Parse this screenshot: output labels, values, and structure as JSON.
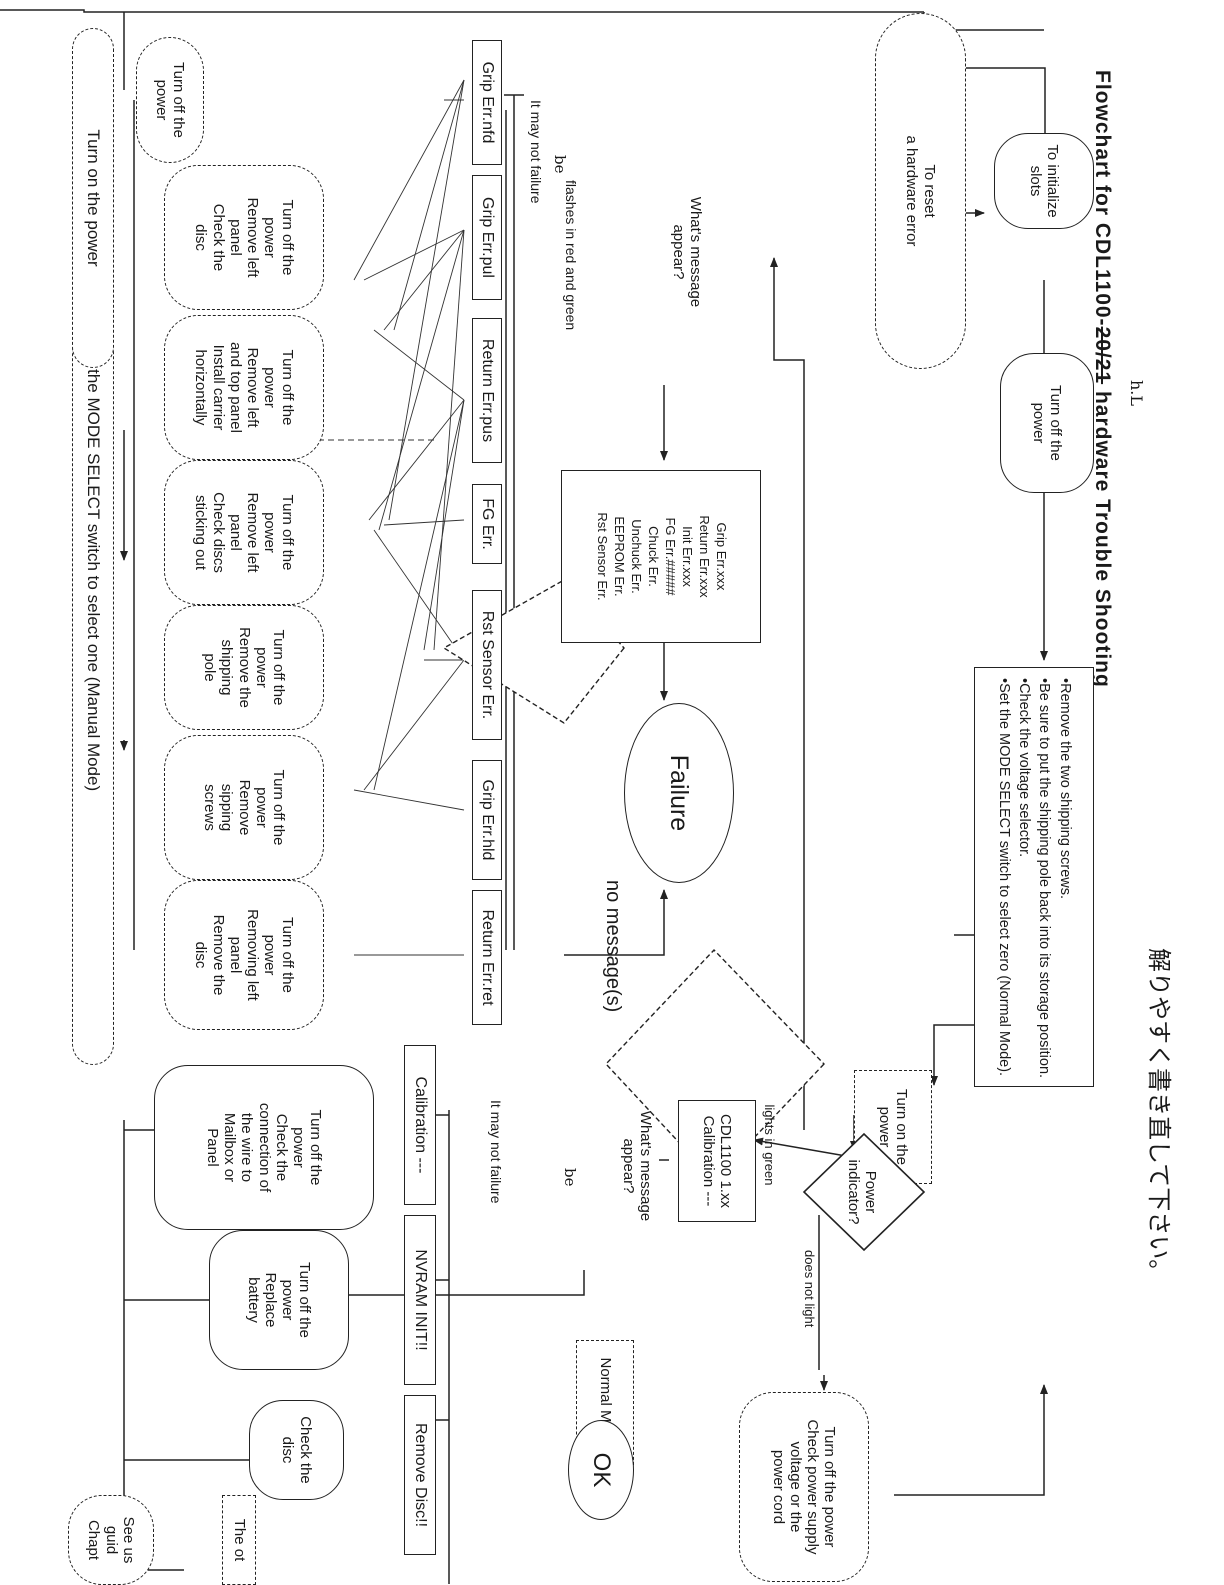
{
  "title": {
    "prefix": "Flowchart for CDL1100-",
    "struck": "20/21",
    "suffix": " hardware Trouble Shooting",
    "handwritten_insert": "h.L"
  },
  "handwritten_note": "解りやすく書き直して下さい。",
  "nodes": {
    "initialize": "To initialize\nslots",
    "reset": "To reset\na hardware error",
    "turn_off_top": "Turn off the\npower",
    "instructions": "•Remove the two shipping screws.\n•Be sure to put the shipping pole back into its storage position.\n•Check the voltage selector.\n•Set the MODE SELECT switch to select zero (Normal Mode).",
    "turn_on_power": "Turn on the\npower",
    "power_indicator": "Power\nindicator?",
    "check_power": "Turn off the power\nCheck power supply\nvoltage or the\npower cord",
    "version_box": "CDL1100 1.xx\nCalibration ---",
    "msg_decision_2": "What's message\nappear?",
    "msg_decision_1": "What's message\nappear?",
    "error_list": "Grip Err.xxx\nReturn Err.xxx\nInit Err.xxx\nFG Err.#####\nChuck Err.\nUnchuck Err.\nEEPROM Err.\nRst Sensor Err.",
    "failure": "Failure",
    "normal_mode": "Normal Mode",
    "ok": "OK",
    "calibration_action": "Turn off the\npower\nCheck the\nconnection of\nthe wire to\nMailbox or\nPanel",
    "nvram_action": "Turn off the\npower\nReplace\nbattery",
    "disc_action": "Check the\ndisc",
    "see_user": "See us\nguid\nChapt",
    "other_box": "The ot",
    "action_1": "Turn off the\npower",
    "action_2": "Turn off the\npower\nRemove left\npanel\nCheck the\ndisc",
    "action_3": "Turn off the\npower\nRemove left\nand top panel\nInstall carrier\nhorizontally",
    "action_4": "Turn off the\npower\nRemove left\npanel\nCheck discs\nsticking out",
    "action_5": "Turn off the\npower\nRemove the\nshipping\npole",
    "action_6": "Turn off the\npower\nRemove\nsipping\nscrews",
    "action_7": "Turn off the\npower\nRemoving left\npanel\nRemove the\ndisc",
    "mode_select": "Set the MODE SELECT switch to select one (Manual Mode)",
    "turn_on_power_bottom": "Turn on the power"
  },
  "errors_top": [
    "Grip Err.nfd",
    "Grip Err.pul",
    "Return Err.pus",
    "FG Err.",
    "Rst Sensor Err.",
    "Grip Err.hld",
    "Return Err.ret"
  ],
  "errors_bottom": [
    "Calibration ---",
    "NVRAM INIT!!",
    "Remove Disc!!"
  ],
  "labels": {
    "flashes": "flashes in red and green",
    "lights_green": "lights in green",
    "does_not_light": "does not light",
    "not_failure_1": "It may not failure",
    "not_failure_2": "It may not failure",
    "be_1": "be",
    "be_2": "be",
    "no_message": "no message(s)"
  }
}
